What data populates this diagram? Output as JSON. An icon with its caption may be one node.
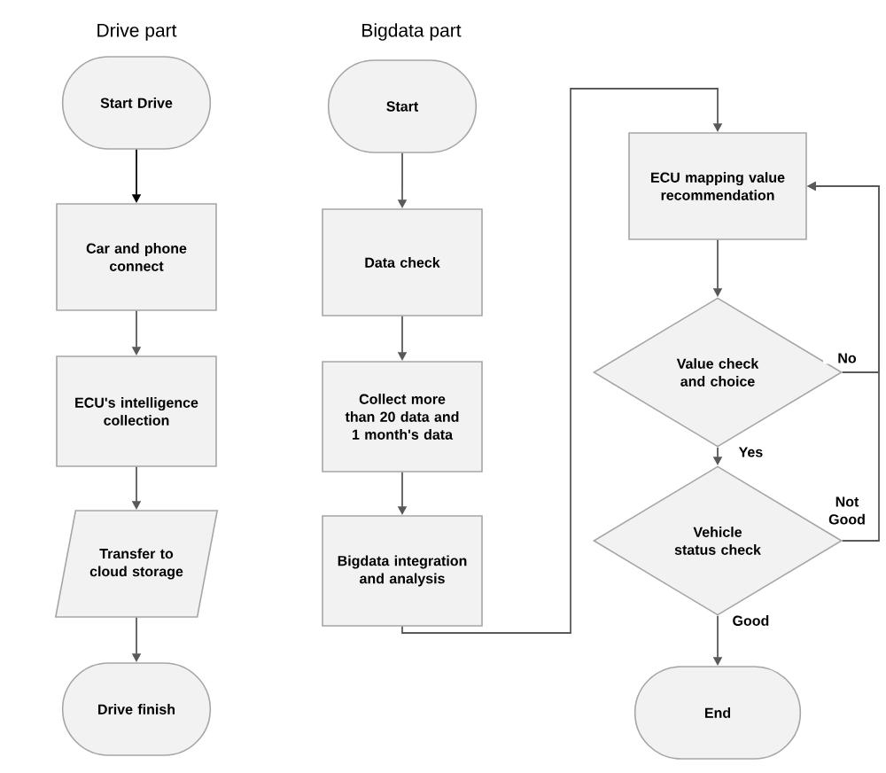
{
  "diagram": {
    "nodes": [
      {
        "text": [
          "Start Drive"
        ]
      },
      {
        "text": [
          "Car and phone connect"
        ]
      },
      {
        "text": [
          "ECU's intelligence collection"
        ]
      },
      {
        "text": [
          "Transfer to cloud storage"
        ]
      },
      {
        "text": [
          "Drive finish"
        ]
      },
      {
        "text": [
          "Start"
        ]
      },
      {
        "text": [
          "Data check"
        ]
      },
      {
        "text": [
          "Collect more than 20 data and 1 month's data"
        ]
      },
      {
        "text": [
          "Bigdata integration and analysis"
        ]
      },
      {
        "text": [
          "ECU mapping value recommendation"
        ]
      },
      {
        "text": [
          "Value check and choice"
        ]
      },
      {
        "text": [
          "Vehicle status check"
        ]
      },
      {
        "text": [
          "End"
        ]
      }
    ],
    "edges": [
      {
        "from": 0,
        "to": 1,
        "arrow": "to",
        "color": "#000000"
      },
      {
        "from": 1,
        "to": 2,
        "arrow": "to"
      },
      {
        "from": 2,
        "to": 3,
        "arrow": "to"
      },
      {
        "from": 3,
        "to": 4,
        "arrow": "to"
      },
      {
        "from": 5,
        "to": 6,
        "arrow": "to"
      },
      {
        "from": 6,
        "to": 7,
        "arrow": "to"
      },
      {
        "from": 7,
        "to": 8,
        "arrow": "to"
      },
      {
        "from": 8,
        "to": 9,
        "arrow": "to"
      },
      {
        "from": 9,
        "to": 10,
        "arrow": "to"
      },
      {
        "from": 10,
        "to": 11,
        "arrow": "to",
        "label": "Yes"
      },
      {
        "from": 11,
        "to": 12,
        "arrow": "to",
        "label": "Good"
      },
      {
        "from": 10,
        "to": 9,
        "arrow": "to",
        "label": "No"
      },
      {
        "from": 11,
        "to": 9,
        "arrow": "to",
        "label": "Not Good"
      }
    ],
    "labels": [
      "Drive part",
      "Bigdata part"
    ]
  }
}
